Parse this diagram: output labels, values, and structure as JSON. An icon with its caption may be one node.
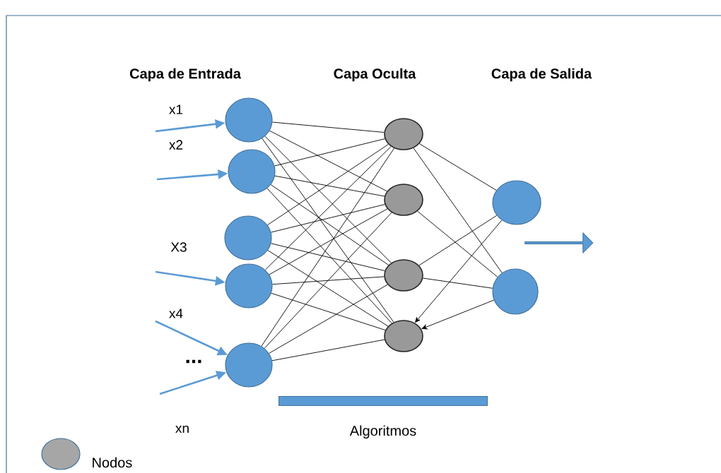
{
  "diagram": {
    "nodes": [
      {
        "text": [],
        "shape": "circle"
      },
      {
        "text": [],
        "shape": "circle"
      },
      {
        "text": [],
        "shape": "circle"
      },
      {
        "text": [],
        "shape": "circle"
      },
      {
        "text": [],
        "shape": "circle"
      },
      {
        "text": [],
        "shape": "circle"
      },
      {
        "text": [],
        "shape": "circle"
      },
      {
        "text": [],
        "shape": "circle"
      },
      {
        "text": [],
        "shape": "circle"
      },
      {
        "text": [],
        "shape": "circle"
      },
      {
        "text": [],
        "shape": "circle"
      },
      {
        "text": [],
        "shape": "bar",
        "beside": [
          "Algoritmos"
        ]
      }
    ],
    "edges": [
      {
        "from": null,
        "to": 0,
        "arrow": "to",
        "style": "thick",
        "color": "#5b9bd5"
      },
      {
        "from": null,
        "to": 1,
        "arrow": "to",
        "style": "thick",
        "color": "#5b9bd5"
      },
      {
        "from": null,
        "to": 3,
        "arrow": "to",
        "style": "thick",
        "color": "#5b9bd5"
      },
      {
        "from": null,
        "to": 4,
        "arrow": "to",
        "style": "thick",
        "color": "#5b9bd5"
      },
      {
        "from": null,
        "to": 4,
        "arrow": "to",
        "style": "thick",
        "color": "#5b9bd5"
      },
      {
        "from": 0,
        "to": 5,
        "arrow": "none"
      },
      {
        "from": 0,
        "to": 6,
        "arrow": "none"
      },
      {
        "from": 0,
        "to": 7,
        "arrow": "none"
      },
      {
        "from": 0,
        "to": 8,
        "arrow": "none"
      },
      {
        "from": 1,
        "to": 5,
        "arrow": "none"
      },
      {
        "from": 1,
        "to": 6,
        "arrow": "none"
      },
      {
        "from": 1,
        "to": 7,
        "arrow": "none"
      },
      {
        "from": 1,
        "to": 8,
        "arrow": "none"
      },
      {
        "from": 2,
        "to": 5,
        "arrow": "none"
      },
      {
        "from": 2,
        "to": 6,
        "arrow": "none"
      },
      {
        "from": 2,
        "to": 7,
        "arrow": "none"
      },
      {
        "from": 2,
        "to": 8,
        "arrow": "none"
      },
      {
        "from": 3,
        "to": 5,
        "arrow": "none"
      },
      {
        "from": 3,
        "to": 6,
        "arrow": "none"
      },
      {
        "from": 3,
        "to": 7,
        "arrow": "none"
      },
      {
        "from": 3,
        "to": 8,
        "arrow": "none"
      },
      {
        "from": 4,
        "to": 5,
        "arrow": "none"
      },
      {
        "from": 4,
        "to": 6,
        "arrow": "none"
      },
      {
        "from": 4,
        "to": 7,
        "arrow": "none"
      },
      {
        "from": 4,
        "to": 8,
        "arrow": "none"
      },
      {
        "from": 5,
        "to": 9,
        "arrow": "none"
      },
      {
        "from": 5,
        "to": 10,
        "arrow": "none"
      },
      {
        "from": 6,
        "to": 10,
        "arrow": "none"
      },
      {
        "from": 7,
        "to": 9,
        "arrow": "none"
      },
      {
        "from": 7,
        "to": 10,
        "arrow": "none"
      },
      {
        "from": 9,
        "to": 8,
        "arrow": "to"
      },
      {
        "from": 10,
        "to": 8,
        "arrow": "to"
      }
    ],
    "labels": [
      "Capa de Entrada",
      "Capa Oculta",
      "Capa de Salida",
      "x1",
      "x2",
      "X3",
      "x4",
      "...",
      "xn"
    ],
    "legend": [
      {
        "text": "Nodos",
        "color": "#a6a6a6"
      }
    ]
  }
}
